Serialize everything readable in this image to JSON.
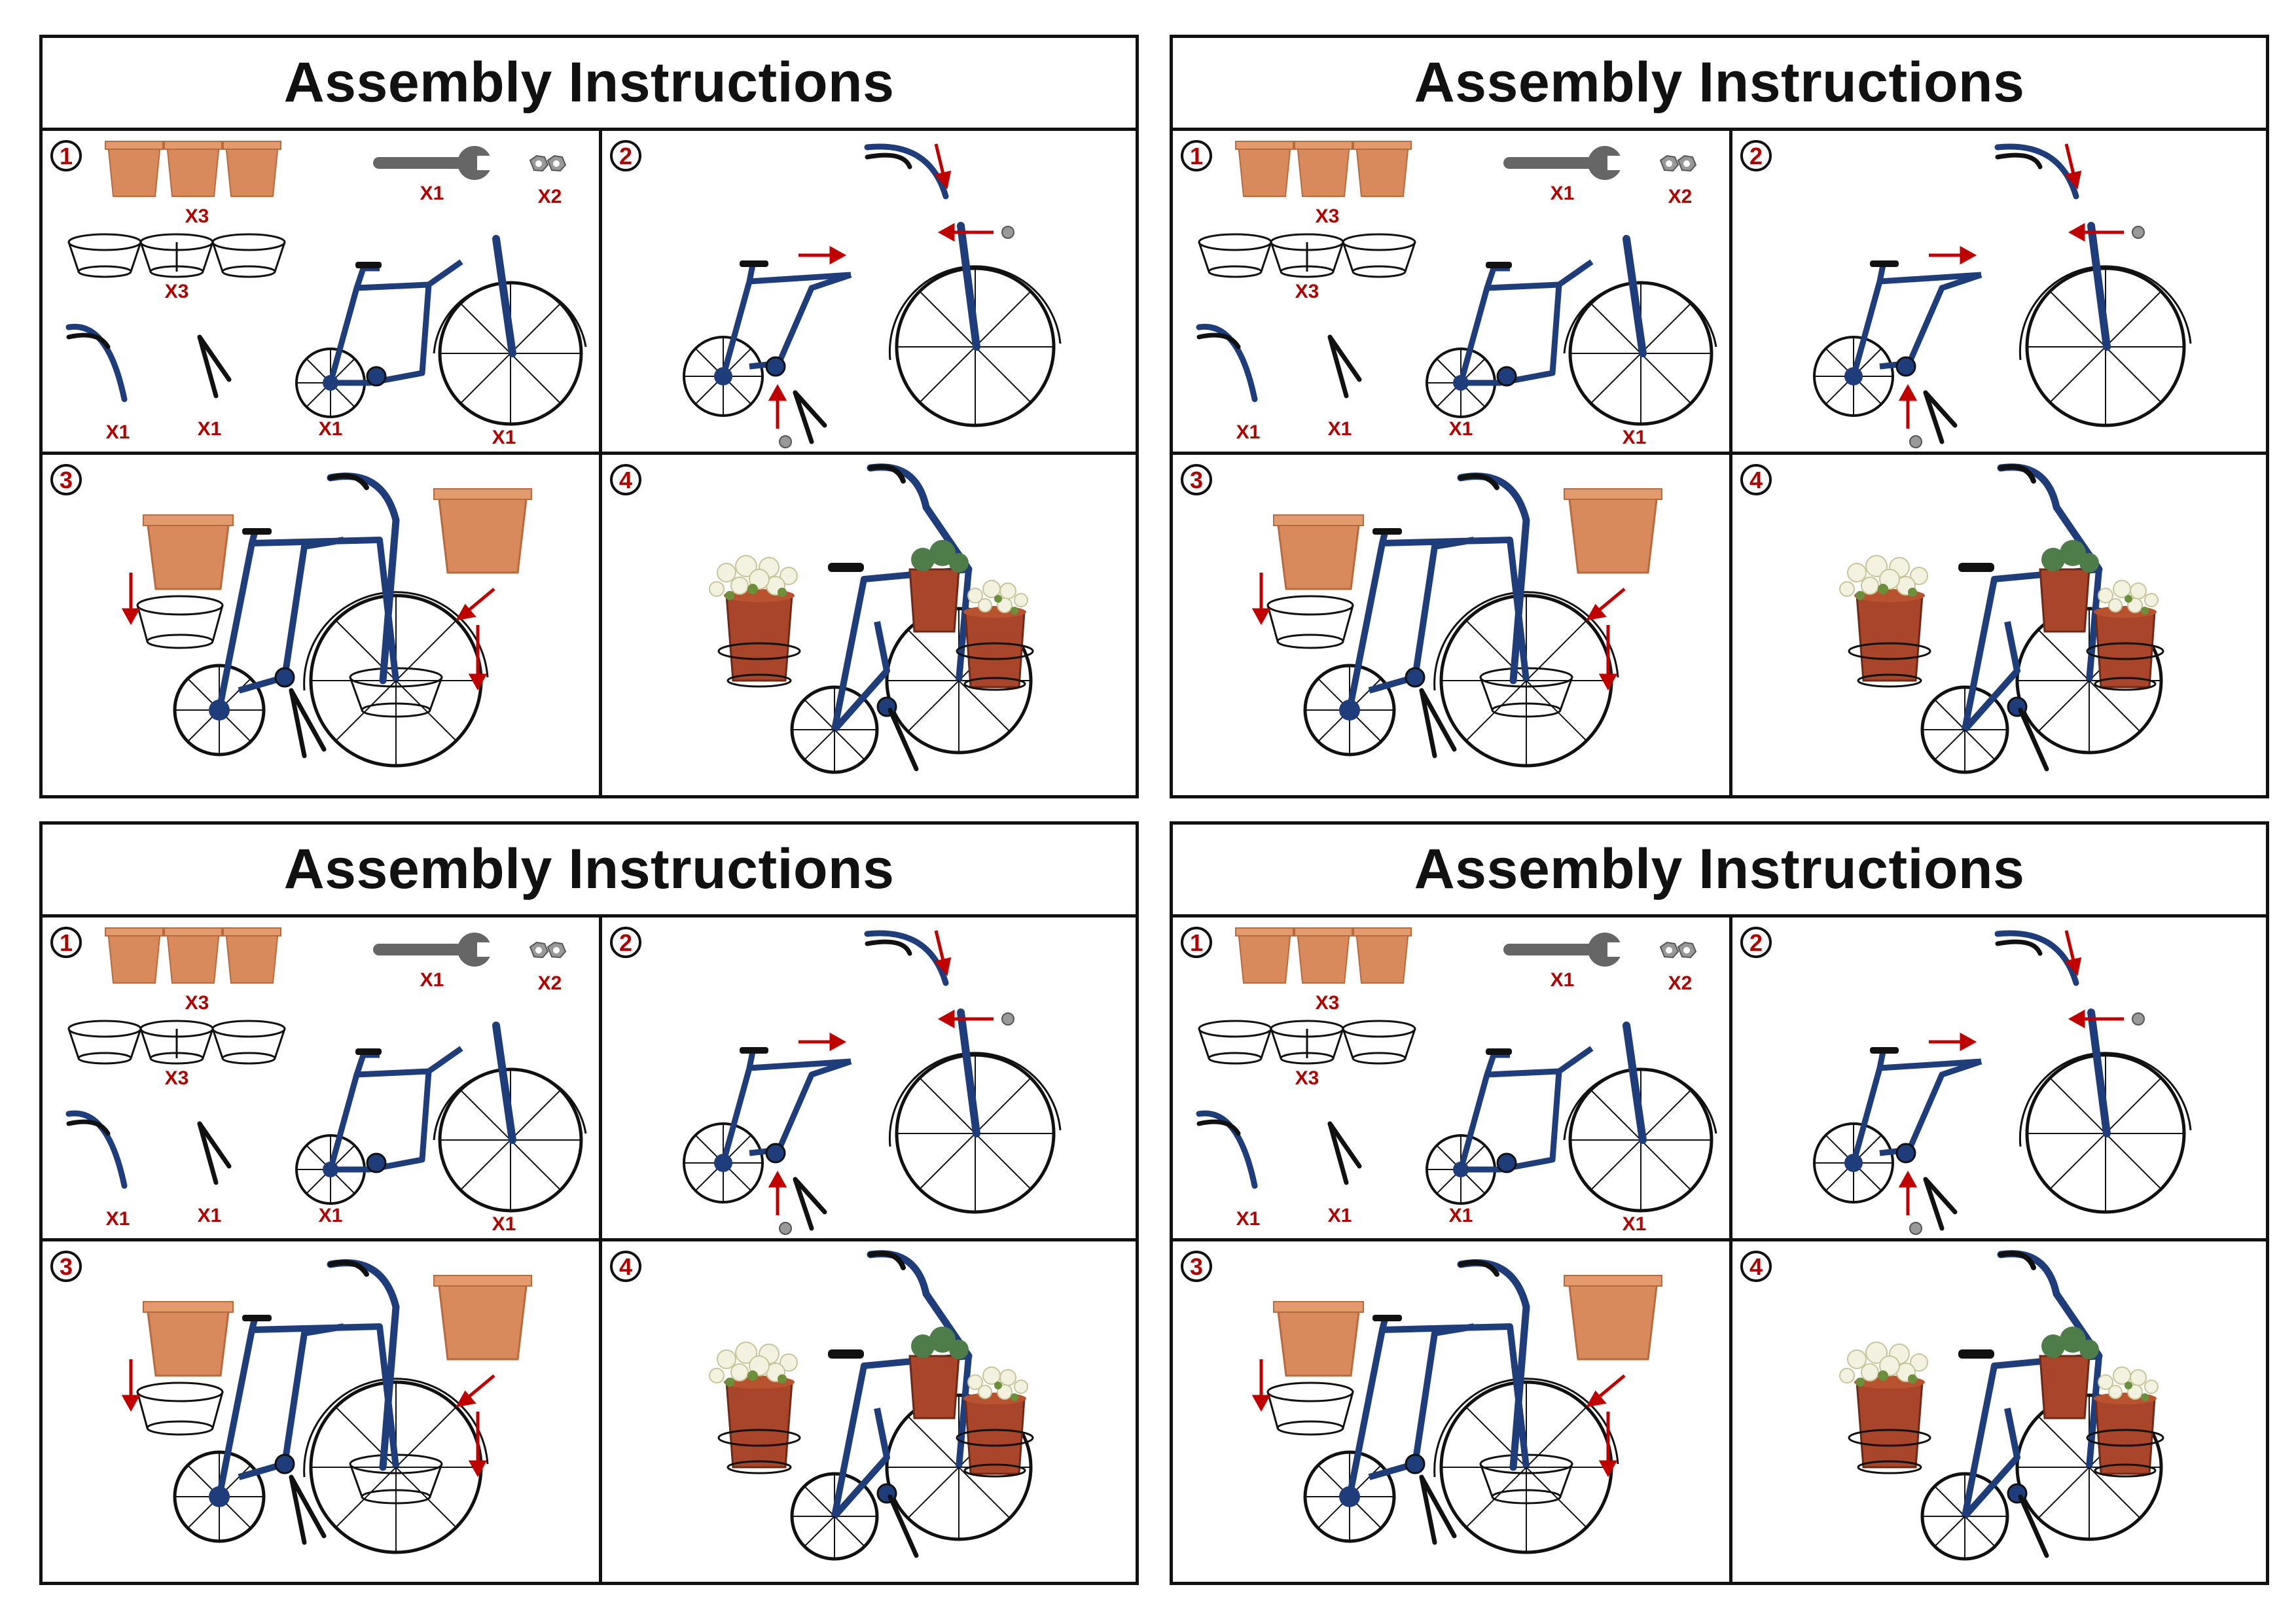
{
  "title": "Assembly Instructions",
  "steps": [
    "1",
    "2",
    "3",
    "4"
  ],
  "parts_quantities": {
    "pots": "X3",
    "wrench": "X1",
    "nuts": "X2",
    "baskets": "X3",
    "handlebar": "X1",
    "stand": "X1",
    "frame": "X1",
    "front_wheel": "X1"
  },
  "colors": {
    "frame_blue": "#1f3d7a",
    "pot_terracotta": "#d98a5c",
    "arrow_red": "#c00000",
    "wire_black": "#111111"
  }
}
